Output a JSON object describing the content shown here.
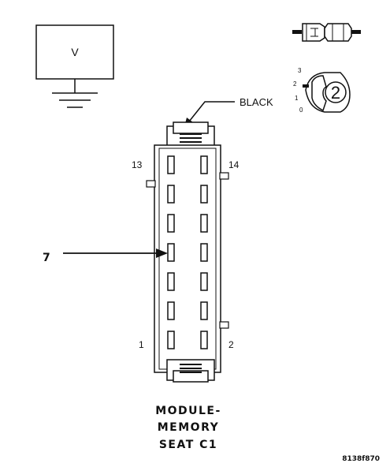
{
  "meter": {
    "label": "V"
  },
  "connector": {
    "color_callout": "BLACK",
    "pin_numbers": {
      "top_left": "13",
      "top_right": "14",
      "bottom_left": "1",
      "bottom_right": "2"
    },
    "probed_pin": "7",
    "title_lines": [
      "MODULE-",
      "MEMORY",
      "SEAT C1"
    ]
  },
  "probe_icon": {
    "scale_marks": [
      "3",
      "2",
      "1",
      "0"
    ],
    "number": "2"
  },
  "figure_id": "8138f870"
}
